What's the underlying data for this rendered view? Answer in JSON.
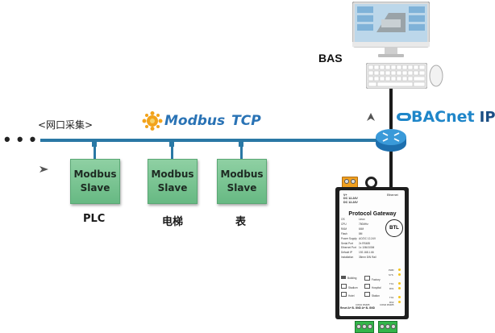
{
  "bus": {
    "ellipsis": "• • •",
    "tag": "<网口采集>",
    "protocol_name": "Modbus",
    "protocol_suffix": "TCP"
  },
  "slaves": [
    {
      "line1": "Modbus",
      "line2": "Slave",
      "caption": "PLC"
    },
    {
      "line1": "Modbus",
      "line2": "Slave",
      "caption": "电梯"
    },
    {
      "line1": "Modbus",
      "line2": "Slave",
      "caption": "表"
    }
  ],
  "bas": {
    "label": "BAS"
  },
  "bacnet": {
    "name": "BACnet",
    "suffix": "IP"
  },
  "gateway": {
    "title": "Protocol Gateway",
    "ethernet": "Ethernet",
    "power_lines": [
      "V+",
      "DC 12-24V",
      "DC 12-24V"
    ],
    "specs": [
      {
        "k": "OS",
        "v": "Linux"
      },
      {
        "k": "CPU",
        "v": "750MHz"
      },
      {
        "k": "RAM",
        "v": "64M"
      },
      {
        "k": "Flash",
        "v": "8M"
      },
      {
        "k": "Power Supply",
        "v": "AC/DC 12-24V"
      },
      {
        "k": "Serial Port",
        "v": "2x RS485"
      },
      {
        "k": "Ethernet Port",
        "v": "1x 10M/100M"
      },
      {
        "k": "Default IP",
        "v": "192.168.1.66"
      },
      {
        "k": "Installation",
        "v": "35mm DIN Rail"
      }
    ],
    "icons": [
      "Building",
      "Factory",
      "Stadium",
      "Hospital",
      "Hotel",
      "Station"
    ],
    "leds": [
      "PWR",
      "SYS",
      "TX1",
      "RX1",
      "TX2",
      "RX2"
    ],
    "bottom": "Reset  A+ B- GND  A+ B- GND",
    "com1": "COM1 RS485",
    "com2": "COM2 RS485",
    "btl": "BTL"
  },
  "colors": {
    "bus": "#2a78a5",
    "slave_fill": "#7cc594",
    "modbus_text": "#2a73b5",
    "bacnet_text": "#1f86c9",
    "router": "#2a86c8"
  },
  "icons_semantic": [
    "desktop-monitor-icon",
    "keyboard-icon",
    "mouse-icon",
    "router-icon",
    "modbus-logo-icon",
    "bacnet-logo-icon",
    "arrow-icon"
  ]
}
